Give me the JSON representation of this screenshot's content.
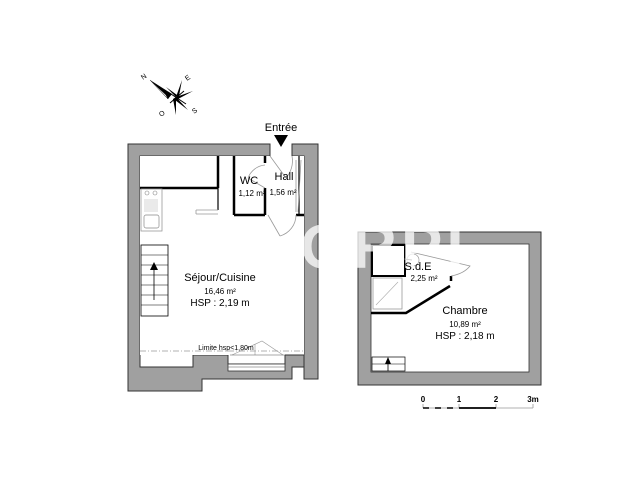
{
  "compass": {
    "north": "N",
    "east": "E",
    "south": "S",
    "west": "O"
  },
  "entrance": {
    "label": "Entrée"
  },
  "ground_floor": {
    "rooms": [
      {
        "name": "WC",
        "area": "1,12 m²"
      },
      {
        "name": "Hall",
        "area": "1,56 m²"
      },
      {
        "name": "Séjour/Cuisine",
        "area": "16,46 m²",
        "hsp": "HSP : 2,19 m"
      }
    ],
    "limit_note": "Limite hsp<1,80m"
  },
  "upper_floor": {
    "rooms": [
      {
        "name": "S.d.E",
        "area": "2,25 m²"
      },
      {
        "name": "Chambre",
        "area": "10,89 m²",
        "hsp": "HSP : 2,18 m"
      }
    ]
  },
  "scale_bar": {
    "ticks": [
      "0",
      "1",
      "2",
      "3m"
    ]
  },
  "watermark": "ORPI",
  "colors": {
    "wall": "#a0a0a0",
    "wall_outline": "#333333",
    "partition": "#000000",
    "fixture": "#9a9a9a"
  }
}
